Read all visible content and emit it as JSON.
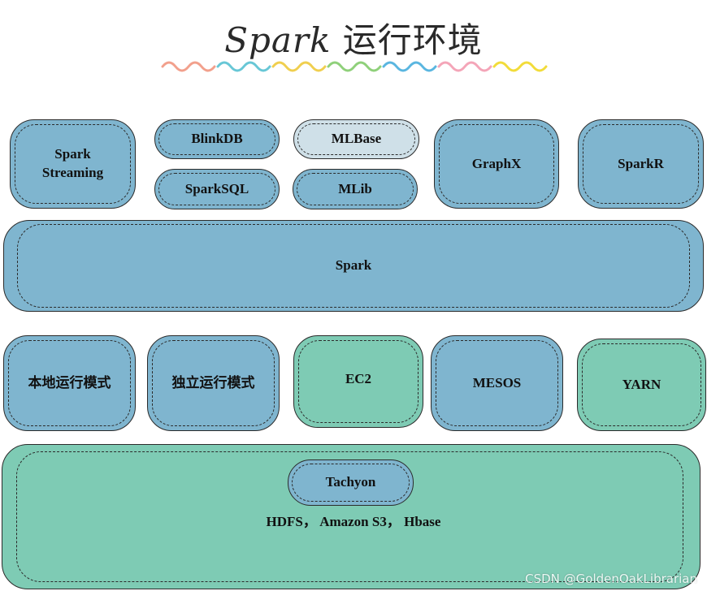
{
  "title": {
    "en": "Spark",
    "cn": "运行环境"
  },
  "top_row": {
    "spark_streaming": "Spark\nStreaming",
    "blinkdb": "BlinkDB",
    "sparksql": "SparkSQL",
    "mlbase": "MLBase",
    "mlib": "MLib",
    "graphx": "GraphX",
    "sparkr": "SparkR"
  },
  "core": {
    "spark": "Spark"
  },
  "deploy_row": {
    "local_mode": "本地运行模式",
    "standalone_mode": "独立运行模式",
    "ec2": "EC2",
    "mesos": "MESOS",
    "yarn": "YARN"
  },
  "storage": {
    "tachyon": "Tachyon",
    "filesystems": "HDFS， Amazon S3， Hbase"
  },
  "watermark": "CSDN @GoldenOakLibrarian",
  "colors": {
    "blue": "#7fb5cf",
    "green": "#7ecbb4",
    "light_blue": "#cfe0e8",
    "border": "#2b2b2b"
  }
}
